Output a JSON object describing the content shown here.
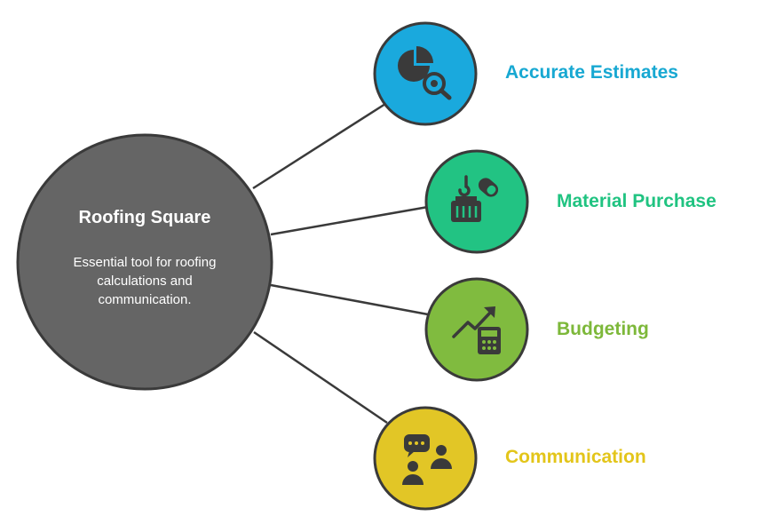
{
  "hub": {
    "title": "Roofing Square",
    "description": "Essential tool for roofing calculations and communication."
  },
  "items": [
    {
      "label": "Accurate Estimates",
      "color": "#1aa9dd",
      "text_color": "#17a8d2",
      "icon": "pie-chart-magnifier-icon"
    },
    {
      "label": "Material Purchase",
      "color": "#22c383",
      "text_color": "#20c381",
      "icon": "crane-hook-crate-icon"
    },
    {
      "label": "Budgeting",
      "color": "#80bb3f",
      "text_color": "#7db83a",
      "icon": "trend-calculator-icon"
    },
    {
      "label": "Communication",
      "color": "#e2c626",
      "text_color": "#e3c51a",
      "icon": "chat-people-icon"
    }
  ],
  "colors": {
    "hub": "#656565",
    "stroke": "#3a3a3a",
    "icon": "#3a3a3a"
  }
}
